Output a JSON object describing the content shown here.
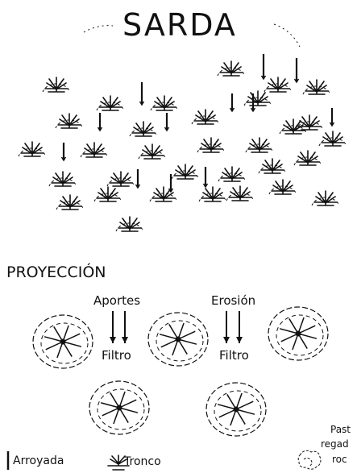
{
  "title": "SARDA",
  "section_label": "PROYECCIÓN",
  "flows": {
    "input_label": "Aportes",
    "erosion_label": "Erosión",
    "filter_label_left": "Filtro",
    "filter_label_right": "Filtro"
  },
  "legend": {
    "arroyada": "Arroyada",
    "tronco": "Tronco",
    "pasto_line1": "Past",
    "pasto_line2": "regad",
    "pasto_line3": "roc"
  },
  "colors": {
    "ink": "#111111",
    "background": "#ffffff"
  }
}
